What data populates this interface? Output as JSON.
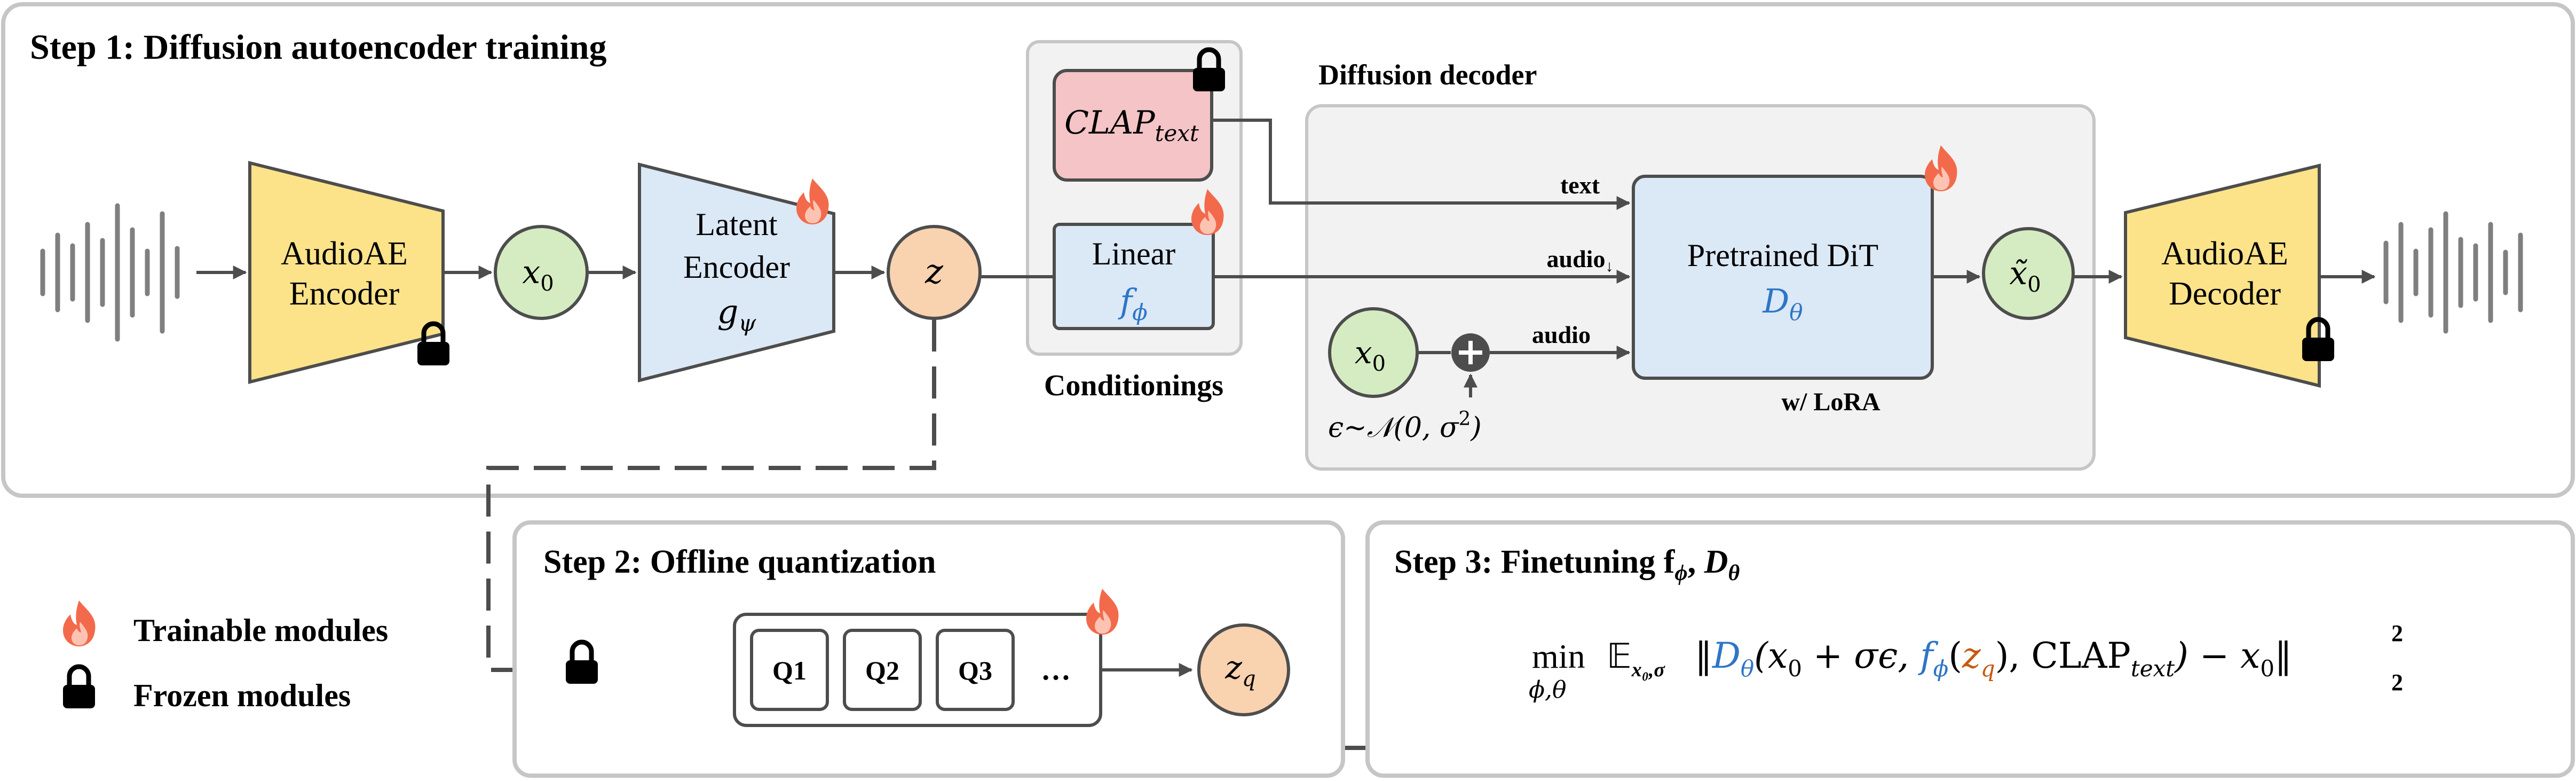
{
  "step1": {
    "title": "Step 1: Diffusion autoencoder training",
    "encoder_line1": "AudioAE",
    "encoder_line2": "Encoder",
    "x0": "x",
    "x0_sub": "0",
    "latent_line1": "Latent",
    "latent_line2": "Encoder",
    "g_psi": "g",
    "g_psi_sub": "ψ",
    "z": "z",
    "clap": "CLAP",
    "clap_sub": "text",
    "linear": "Linear",
    "f_phi": "f",
    "f_phi_sub": "ϕ",
    "conditionings": "Conditionings",
    "decoder_title": "Diffusion decoder",
    "text_label": "text",
    "audio_down_label": "audio",
    "audio_down_arrow": "↓",
    "audio_label": "audio",
    "noise_eps": "ϵ",
    "noise_tilde": "~",
    "noise_N": "𝒩",
    "noise_open": "(0, σ",
    "noise_sup": "2",
    "noise_close": ")",
    "dit_line1": "Pretrained DiT",
    "d_theta": "D",
    "d_theta_sub": "θ",
    "lora": "w/ LoRA",
    "x0_tilde": "x̃",
    "x0_tilde_sub": "0",
    "dec_line1": "AudioAE",
    "dec_line2": "Decoder"
  },
  "legend": {
    "trainable": "Trainable modules",
    "frozen": "Frozen modules"
  },
  "step2": {
    "title": "Step 2: Offline quantization",
    "q1": "Q1",
    "q2": "Q2",
    "q3": "Q3",
    "ellipsis": "…",
    "zq": "z",
    "zq_sub": "q"
  },
  "step3": {
    "title": "Step 3: Finetuning f",
    "title_sub1": "ϕ",
    "title_sep": ", ",
    "title_D": "D",
    "title_sub2": "θ",
    "min": "min",
    "min_sub": "ϕ,θ",
    "E": "𝔼",
    "E_sub": "x₀,σ",
    "norm_open": "‖",
    "D": "D",
    "D_sub": "θ",
    "arg1": "(x",
    "arg1_sub": "0",
    "arg1_rest": " + σϵ, ",
    "f": "f",
    "f_sub": "ϕ",
    "zq_open": "(",
    "zq": "z",
    "zq_sub": "q",
    "zq_close": "), ",
    "clap": "CLAP",
    "clap_sub": "text",
    "minus": ") − x",
    "minus_sub": "0",
    "norm_close": "‖",
    "norm_sup": "2",
    "norm_sub": "2"
  },
  "colors": {
    "yellow": "#fce38a",
    "blue_box": "#dbe8f6",
    "green_circle": "#d5ecc2",
    "orange_circle": "#f9d2b0",
    "pink_box": "#f4c4c6",
    "gray_panel": "#f2f2f2",
    "accent_blue": "#2e75c6",
    "accent_orange": "#c55a11",
    "flame": "#f26a4b"
  }
}
